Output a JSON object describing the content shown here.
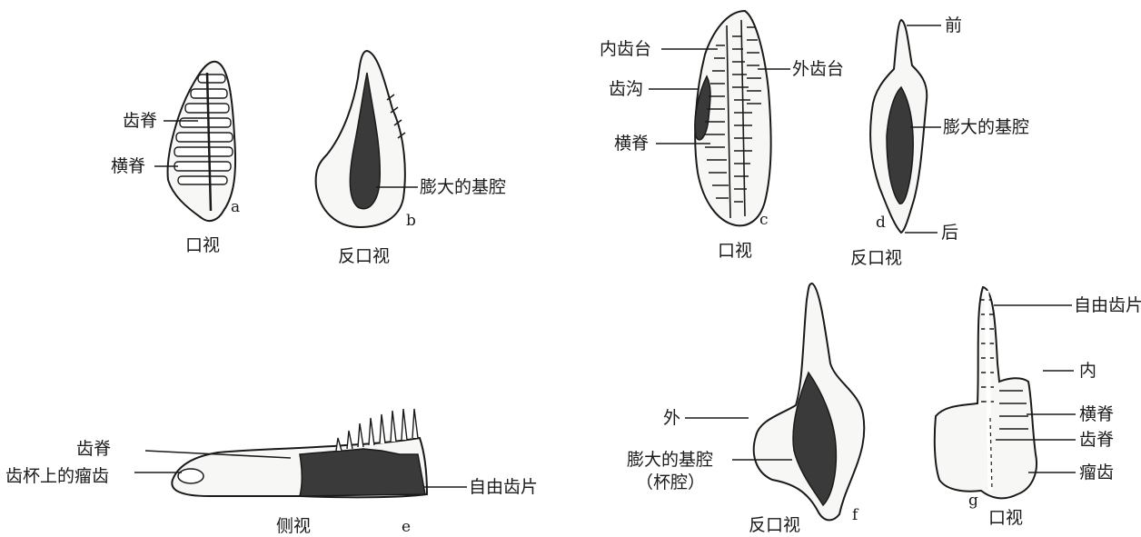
{
  "specimens": {
    "a": {
      "letter": "a",
      "caption": "口视",
      "labels": {
        "tooth_ridge": "齿脊",
        "transverse_ridge": "横脊"
      }
    },
    "b": {
      "letter": "b",
      "caption": "反口视",
      "labels": {
        "basal_cavity": "膨大的基腔"
      }
    },
    "c": {
      "letter": "c",
      "caption": "口视",
      "labels": {
        "inner_platform": "内齿台",
        "outer_platform": "外齿台",
        "groove": "齿沟",
        "transverse_ridge": "横脊"
      }
    },
    "d": {
      "letter": "d",
      "caption": "反口视",
      "labels": {
        "anterior": "前",
        "basal_cavity": "膨大的基腔",
        "posterior": "后"
      }
    },
    "e": {
      "letter": "e",
      "caption": "侧视",
      "labels": {
        "tooth_ridge": "齿脊",
        "nodes_on_cup": "齿杯上的瘤齿",
        "free_blade": "自由齿片"
      }
    },
    "f": {
      "letter": "f",
      "caption": "反口视",
      "labels": {
        "outer": "外",
        "basal_cavity": "膨大的基腔",
        "cup_cavity": "（杯腔）"
      }
    },
    "g": {
      "letter": "g",
      "caption": "口视",
      "labels": {
        "free_blade": "自由齿片",
        "inner": "内",
        "transverse_ridge": "横脊",
        "tooth_ridge": "齿脊",
        "nodes": "瘤齿"
      }
    }
  }
}
